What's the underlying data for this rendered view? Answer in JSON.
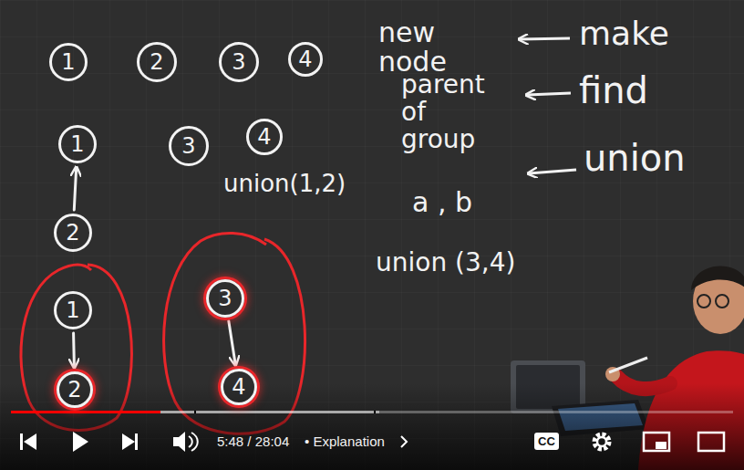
{
  "diagram": {
    "nodes": [
      {
        "text": [
          "1"
        ]
      },
      {
        "text": [
          "2"
        ]
      },
      {
        "text": [
          "3"
        ]
      },
      {
        "text": [
          "4"
        ]
      },
      {
        "text": [
          "1"
        ]
      },
      {
        "text": [
          "3"
        ]
      },
      {
        "text": [
          "4"
        ]
      },
      {
        "text": [
          "2"
        ]
      },
      {
        "text": [
          "1"
        ]
      },
      {
        "text": [
          "2"
        ]
      },
      {
        "text": [
          "3"
        ]
      },
      {
        "text": [
          "4"
        ]
      }
    ],
    "edges": [
      {
        "from": 7,
        "to": 4,
        "arrow": "to"
      },
      {
        "from": 8,
        "to": 9,
        "arrow": "to"
      },
      {
        "from": 10,
        "to": 11,
        "arrow": "to"
      }
    ],
    "labels": [
      "new node",
      "make",
      "parent of group",
      "find",
      "a , b",
      "union",
      "union(1,2)",
      "union (3,4)",
      "5:48 / 28:04",
      "• Explanation",
      "CC"
    ]
  }
}
